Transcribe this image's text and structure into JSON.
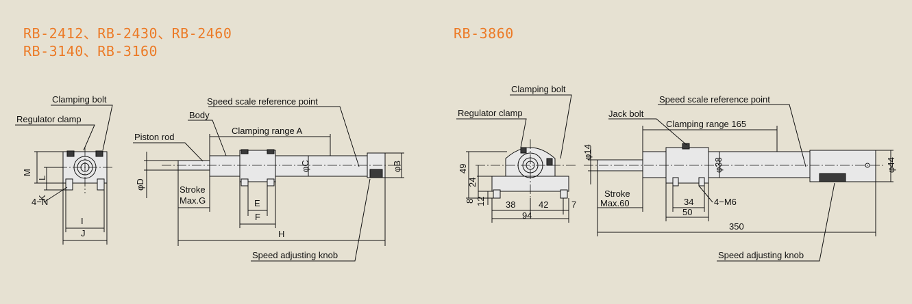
{
  "left": {
    "title_line1": "RB-2412、RB-2430、RB-2460",
    "title_line2": "RB-3140、RB-3160",
    "labels": {
      "clamping_bolt": "Clamping bolt",
      "regulator_clamp": "Regulator clamp",
      "speed_scale_ref": "Speed scale reference point",
      "body": "Body",
      "clamping_range": "Clamping range A",
      "piston_rod": "Piston rod",
      "stroke_line1": "Stroke",
      "stroke_line2": "Max.G",
      "speed_knob": "Speed adjusting knob"
    },
    "dims": {
      "M": "M",
      "L": "L",
      "K": "K",
      "N": "4−N",
      "I": "I",
      "J": "J",
      "D": "φD",
      "C": "φC",
      "B": "φB",
      "E": "E",
      "F": "F",
      "H": "H"
    }
  },
  "right": {
    "title": "RB-3860",
    "labels": {
      "clamping_bolt": "Clamping bolt",
      "regulator_clamp": "Regulator clamp",
      "speed_scale_ref": "Speed scale reference point",
      "jack_bolt": "Jack bolt",
      "clamping_range": "Clamping range 165",
      "stroke_line1": "Stroke",
      "stroke_line2": "Max.60",
      "speed_knob": "Speed adjusting knob"
    },
    "dims": {
      "d14": "φ14",
      "d38": "φ38",
      "d44": "φ44",
      "h49": "49",
      "h24": "24",
      "h8": "8",
      "h12": "12",
      "w38": "38",
      "w42": "42",
      "w7": "7",
      "w94": "94",
      "w34": "34",
      "w50": "50",
      "m6": "4−M6",
      "L350": "350"
    }
  }
}
